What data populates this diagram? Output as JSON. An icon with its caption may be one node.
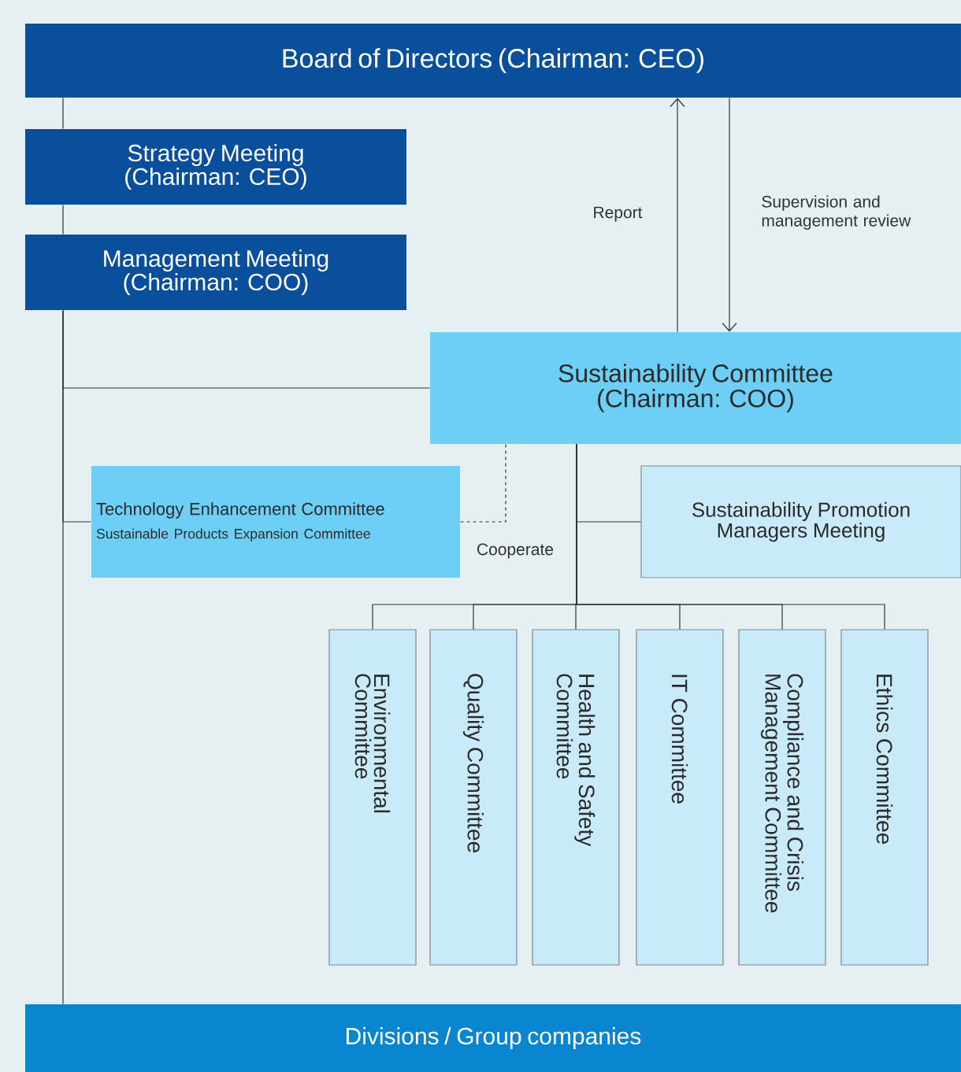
{
  "diagram": {
    "nodes": [
      {
        "text": [
          "Board of Directors (Chairman: CEO)"
        ]
      },
      {
        "text": [
          "Strategy Meeting (Chairman: CEO)"
        ]
      },
      {
        "text": [
          "Management Meeting (Chairman: COO)"
        ]
      },
      {
        "text": [
          "Sustainability Committee (Chairman: COO)"
        ]
      },
      {
        "text": [
          "Technology Enhancement Committee",
          "Sustainable Products Expansion Committee"
        ]
      },
      {
        "text": [
          "Sustainability Promotion Managers Meeting"
        ]
      },
      {
        "text": [
          "Environmental Committee"
        ]
      },
      {
        "text": [
          "Quality Committee"
        ]
      },
      {
        "text": [
          "Health and Safety Committee"
        ]
      },
      {
        "text": [
          "IT Committee"
        ]
      },
      {
        "text": [
          "Compliance and Crisis Management Committee"
        ]
      },
      {
        "text": [
          "Ethics Committee"
        ]
      },
      {
        "text": [
          "Divisions / Group companies"
        ]
      }
    ],
    "edges": [
      {
        "from": 0,
        "to": 1,
        "arrow": "none"
      },
      {
        "from": 1,
        "to": 2,
        "arrow": "none"
      },
      {
        "from": 2,
        "to": 12,
        "arrow": "none"
      },
      {
        "from": 2,
        "to": 3,
        "arrow": "none"
      },
      {
        "from": 2,
        "to": 4,
        "arrow": "none"
      },
      {
        "from": 3,
        "to": 0,
        "arrow": "to",
        "label": "Report"
      },
      {
        "from": 0,
        "to": 3,
        "arrow": "to",
        "label": "Supervision and management review"
      },
      {
        "from": 4,
        "to": 3,
        "arrow": "none",
        "style": "dashed",
        "label": "Cooperate"
      },
      {
        "from": 3,
        "to": 5,
        "arrow": "none"
      },
      {
        "from": 3,
        "to": 6,
        "arrow": "none"
      },
      {
        "from": 3,
        "to": 7,
        "arrow": "none"
      },
      {
        "from": 3,
        "to": 8,
        "arrow": "none"
      },
      {
        "from": 3,
        "to": 9,
        "arrow": "none"
      },
      {
        "from": 3,
        "to": 10,
        "arrow": "none"
      },
      {
        "from": 3,
        "to": 11,
        "arrow": "none"
      }
    ]
  }
}
